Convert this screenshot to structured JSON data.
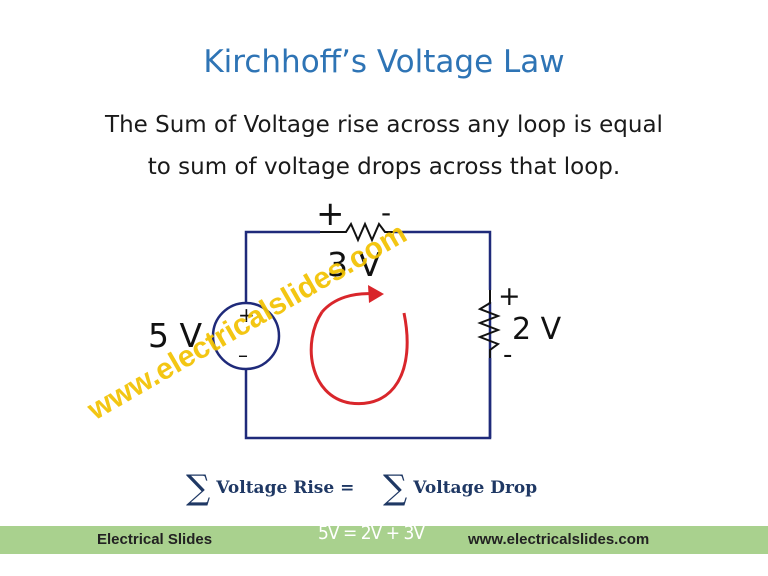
{
  "slide": {
    "title": "Kirchhoff’s Voltage Law",
    "statement_line1": "The Sum of Voltage rise across any loop is equal",
    "statement_line2": "to sum of voltage drops across that loop."
  },
  "circuit": {
    "top_plus": "+",
    "top_minus": "-",
    "top_value": "3 V",
    "source_value": "5 V",
    "source_plus": "+",
    "source_minus": "–",
    "right_plus": "+",
    "right_minus": "-",
    "right_value": "2 V"
  },
  "equation": {
    "sigma": "∑",
    "left": "Voltage Rise =",
    "right": "Voltage Drop"
  },
  "footer": {
    "left": "Electrical Slides",
    "center": "5V = 2V + 3V",
    "right": "www.electricalslides.com"
  },
  "watermark": "www.electricalslides.com",
  "colors": {
    "title": "#2e74b5",
    "wire": "#1f2a7a",
    "loop_arrow": "#d9262b",
    "footer_band": "#a9d18e",
    "watermark": "#f2c200"
  }
}
